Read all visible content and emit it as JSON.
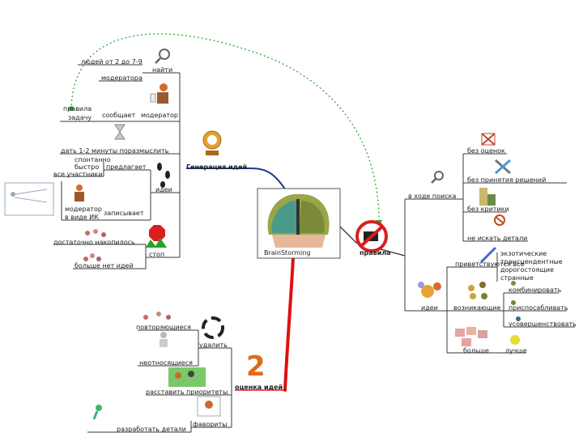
{
  "colors": {
    "line": "#3a3a3a",
    "dotted": "#2ea82e",
    "blue": "#1a3c8c",
    "red": "#e01010",
    "orange_number": "#e06a1a",
    "center_border": "#555555"
  },
  "center": {
    "label": "BrainStorming",
    "icon": "brain-icon"
  },
  "left_top": {
    "branch": "Генерация идей",
    "items": {
      "people": "людей от 2 до 7-9",
      "find": "найти",
      "moderator": "модератора",
      "rules": "правила",
      "task": "задачу",
      "reports": "сообщает",
      "moderator2": "модератор",
      "think_time": "дать 1-2 минуты поразмыслить",
      "quickly1": "спонтанно",
      "quickly2": "быстро",
      "offers": "предлагает",
      "everyone": "все участники",
      "ideas": "идеи",
      "moderator3": "модератор",
      "in_form": "в виде ИК",
      "records": "записывает",
      "enough": "достаточно накопилось",
      "stop": "стоп",
      "no_more": "больше нет идей"
    }
  },
  "right": {
    "branch": "правила",
    "search": "в ходе поиска",
    "no_evaluation": "без оценок",
    "no_decisions": "без принятия решений",
    "no_criticism": "без критики",
    "no_details": "не искать детали",
    "welcome": "приветствуются все",
    "exotic1": "экзотические",
    "exotic2": "трансцендентные",
    "exotic3": "дорогостоящие",
    "exotic4": "странные",
    "ideas": "идеи",
    "arising": "возникающие",
    "combine": "комбинировать",
    "adapt": "приспосабливать",
    "improve": "усовершенствовать",
    "more": "больше",
    "better": "лучше"
  },
  "bottom": {
    "branch": "оценка идей",
    "number": "2",
    "repeated": "повторяющиеся",
    "delete": "удалить",
    "unrelated": "неотносящиеся",
    "priorities": "расставить приоритеты",
    "favorites": "фавориты",
    "develop": "разработать детали"
  },
  "icons": [
    "magnifier-icon",
    "moderator-icon",
    "hourglass-icon",
    "clock-icon",
    "footprints-icon",
    "stop-sign-icon",
    "no-camera-icon",
    "cross-out-icon",
    "rotating-arrows-icon"
  ]
}
